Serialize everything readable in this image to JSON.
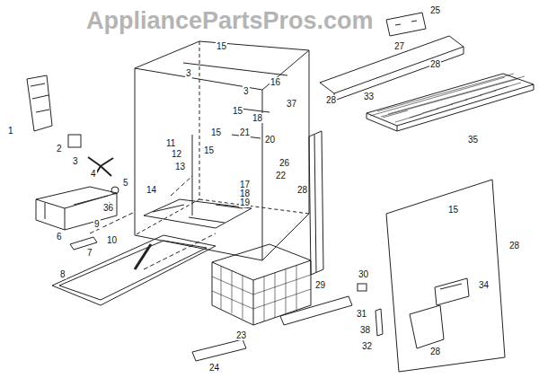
{
  "diagram": {
    "labels": [
      "AppliancePartsPros.com",
      "25",
      "1",
      "2",
      "3",
      "4",
      "5",
      "6",
      "7",
      "8",
      "9",
      "10",
      "11",
      "12",
      "13",
      "14",
      "36",
      "15",
      "3",
      "16",
      "3",
      "15",
      "18",
      "37",
      "15",
      "21",
      "20",
      "15",
      "26",
      "22",
      "17",
      "18",
      "19",
      "27",
      "28",
      "28",
      "33",
      "35",
      "28",
      "29",
      "15",
      "28",
      "30",
      "31",
      "34",
      "38",
      "32",
      "28",
      "23",
      "24"
    ]
  }
}
